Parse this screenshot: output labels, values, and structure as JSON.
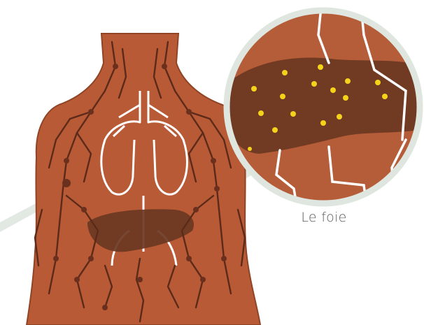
{
  "labels": {
    "liver": "Le foie"
  },
  "colors": {
    "body": "#b85a35",
    "body_stroke": "#8f4426",
    "vessels": "#5b2a1a",
    "node": "#6b301d",
    "organ_outline": "#ffffff",
    "liver": "#6a3722",
    "magnifier_ring": "#dfe6df",
    "magnifier_bg": "#b55c38",
    "highlight_spots": "#f5d31a",
    "label_text": "#5a5a5a"
  },
  "icons": {
    "magnifier": "magnifier-lens",
    "spots": "yellow-star-spots"
  }
}
